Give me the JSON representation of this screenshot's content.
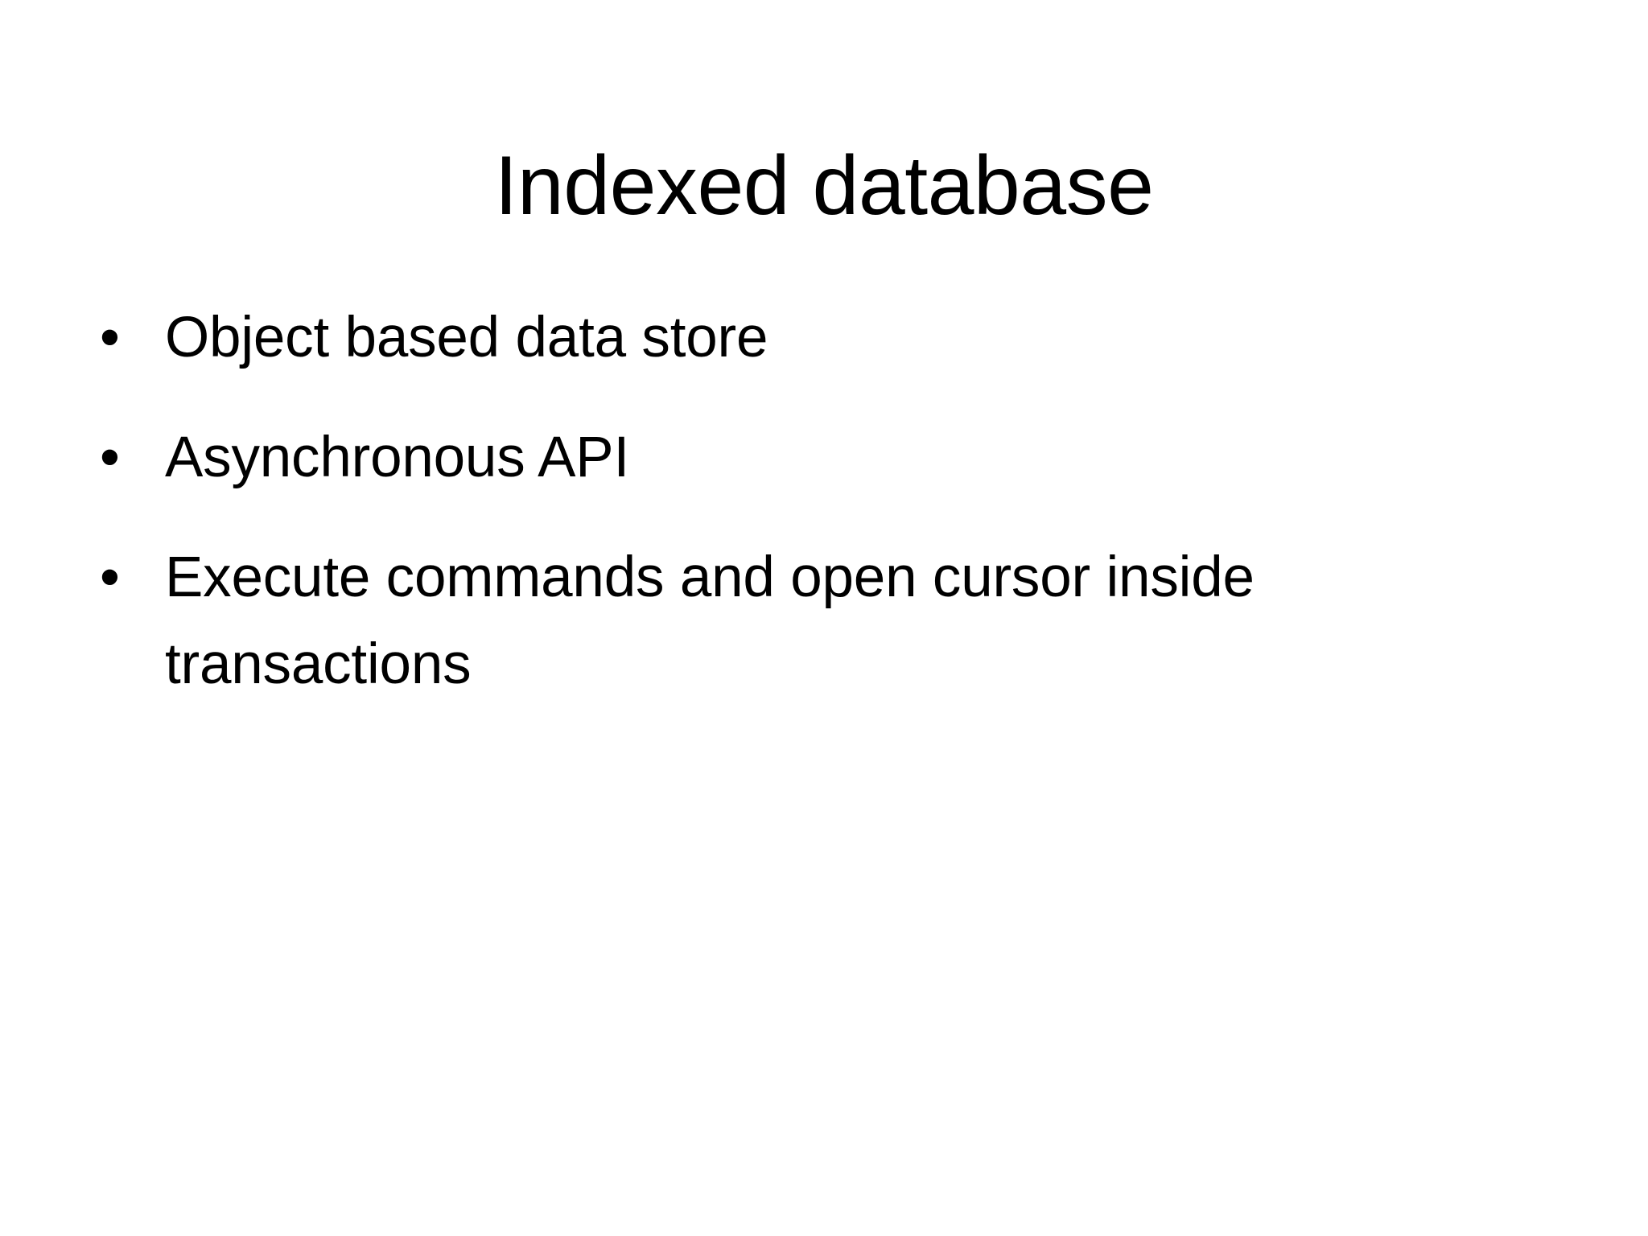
{
  "slide": {
    "title": "Indexed database",
    "background_color": "#ffffff",
    "text_color": "#000000",
    "bullet_glyph": "•",
    "bullets": [
      {
        "text": "Object based data store"
      },
      {
        "text": "Asynchronous API"
      },
      {
        "text": "Execute commands and open cursor inside transactions"
      }
    ]
  }
}
